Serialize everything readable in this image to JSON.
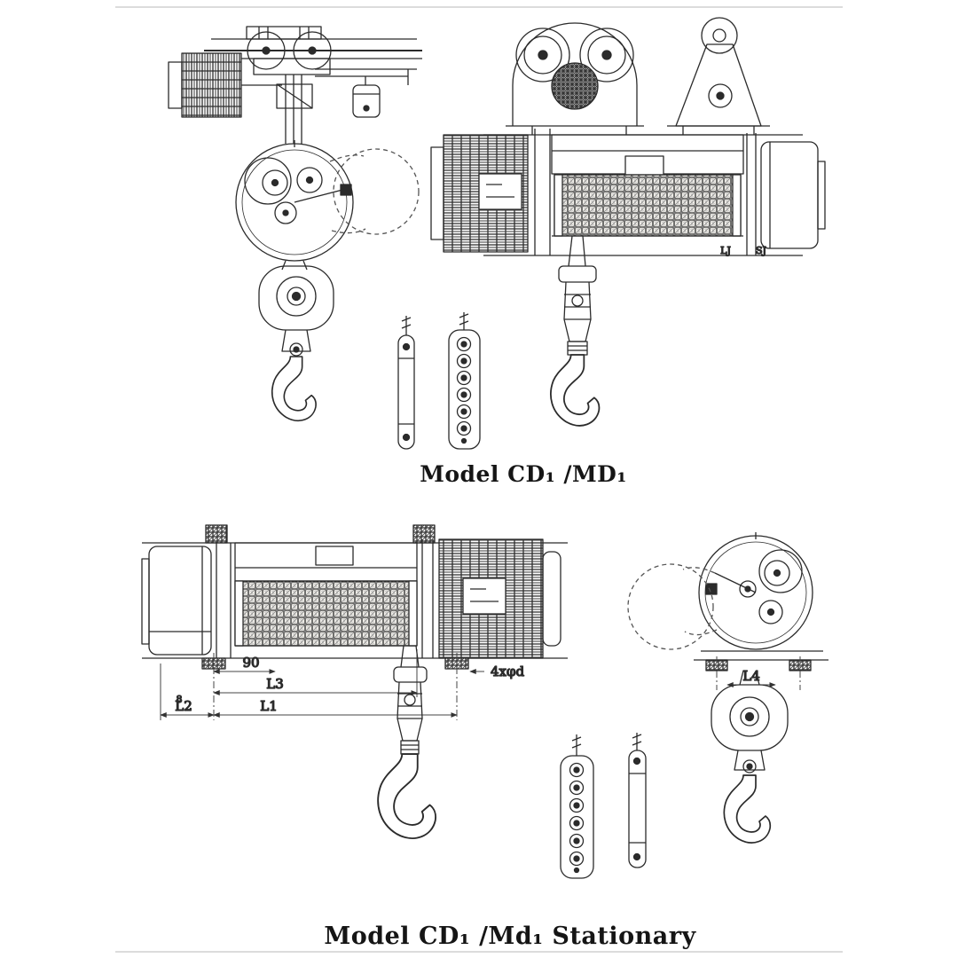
{
  "figure_top": {
    "caption": "Model CD₁ /MD₁",
    "labels": {
      "lj": "LJ",
      "sj": "SJ"
    }
  },
  "figure_bottom": {
    "caption": "Model CD₁ /Md₁ Stationary",
    "dims": {
      "d90": "90",
      "d8": "8",
      "l1": "L1",
      "l2": "L2",
      "l3": "L3",
      "l4": "L4",
      "bolts": "4xφd"
    }
  }
}
